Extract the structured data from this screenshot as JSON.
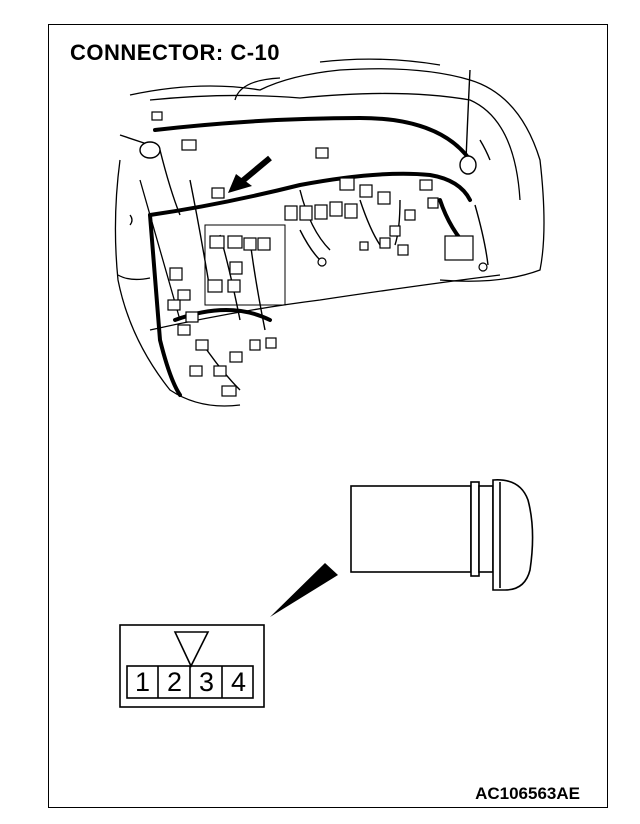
{
  "title": "CONNECTOR: C-10",
  "figure_code": "AC106563AE",
  "connector": {
    "pins": [
      "1",
      "2",
      "3",
      "4"
    ]
  }
}
